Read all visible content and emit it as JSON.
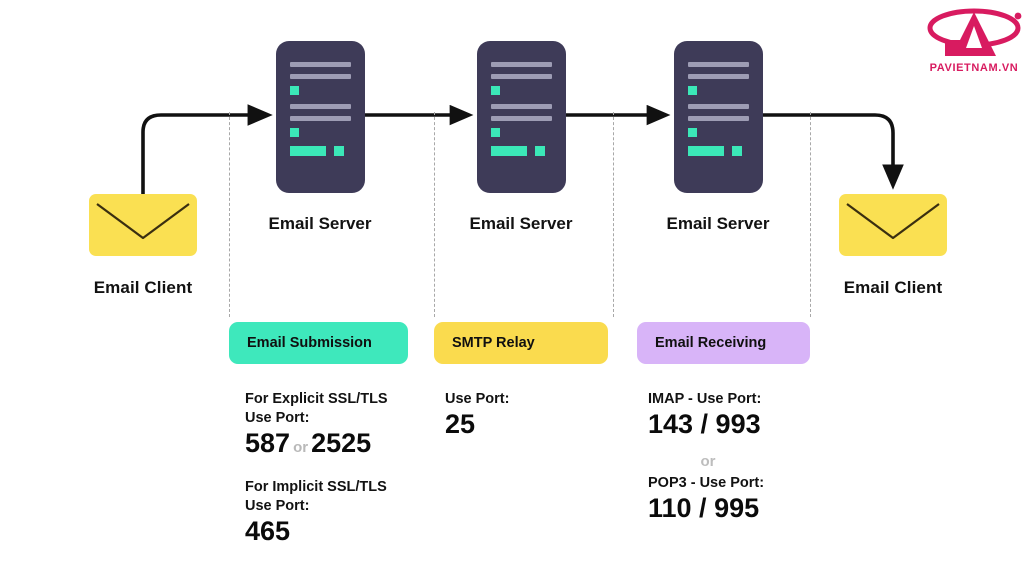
{
  "diagram": {
    "title": "Email delivery ports diagram",
    "colors": {
      "server": "#3E3B58",
      "server_bar": "#9D9CB4",
      "accent_teal": "#3BE8B8",
      "envelope_yellow": "#FAE052",
      "badge_teal": "#3EE8BC",
      "badge_yellow": "#FADB4E",
      "badge_purple": "#D8B4F8",
      "dashed": "#A8A8A8",
      "arrow": "#111111",
      "logo_pink": "#D81B60",
      "or_gray": "#BDBDBD"
    }
  },
  "nodes": {
    "client_left": {
      "label": "Email Client",
      "icon": "envelope-icon"
    },
    "client_right": {
      "label": "Email Client",
      "icon": "envelope-icon"
    },
    "servers": [
      {
        "label": "Email Server",
        "icon": "server-icon"
      },
      {
        "label": "Email Server",
        "icon": "server-icon"
      },
      {
        "label": "Email Server",
        "icon": "server-icon"
      }
    ]
  },
  "stages": [
    {
      "badge": "Email Submission",
      "badge_color": "#3EE8BC",
      "blocks": [
        {
          "head": "For Explicit SSL/TLS\nUse Port:",
          "value": "587",
          "or": "or",
          "value2": "2525"
        },
        {
          "head": "For Implicit SSL/TLS\nUse Port:",
          "value": "465"
        }
      ]
    },
    {
      "badge": "SMTP Relay",
      "badge_color": "#FADB4E",
      "blocks": [
        {
          "head": "Use Port:",
          "value": "25"
        }
      ]
    },
    {
      "badge": "Email Receiving",
      "badge_color": "#D8B4F8",
      "blocks": [
        {
          "head": "IMAP - Use Port:",
          "value": "143 / 993"
        },
        {
          "separator": "or"
        },
        {
          "head": "POP3 - Use Port:",
          "value": "110 / 995"
        }
      ]
    }
  ],
  "stage1": {
    "badge": "Email Submission",
    "head1": "For Explicit SSL/TLS",
    "head1b": "Use Port:",
    "num1a": "587",
    "num1or": "or",
    "num1b": "2525",
    "head2": "For Implicit SSL/TLS",
    "head2b": "Use Port:",
    "num2": "465"
  },
  "stage2": {
    "badge": "SMTP Relay",
    "head1": "Use Port:",
    "num1": "25"
  },
  "stage3": {
    "badge": "Email Receiving",
    "head1": "IMAP - Use Port:",
    "num1": "143 / 993",
    "sep": "or",
    "head2": "POP3 - Use Port:",
    "num2": "110 / 995"
  },
  "logo": {
    "text": "PAVIETNAM.VN",
    "mark": "pa-logo-icon"
  }
}
